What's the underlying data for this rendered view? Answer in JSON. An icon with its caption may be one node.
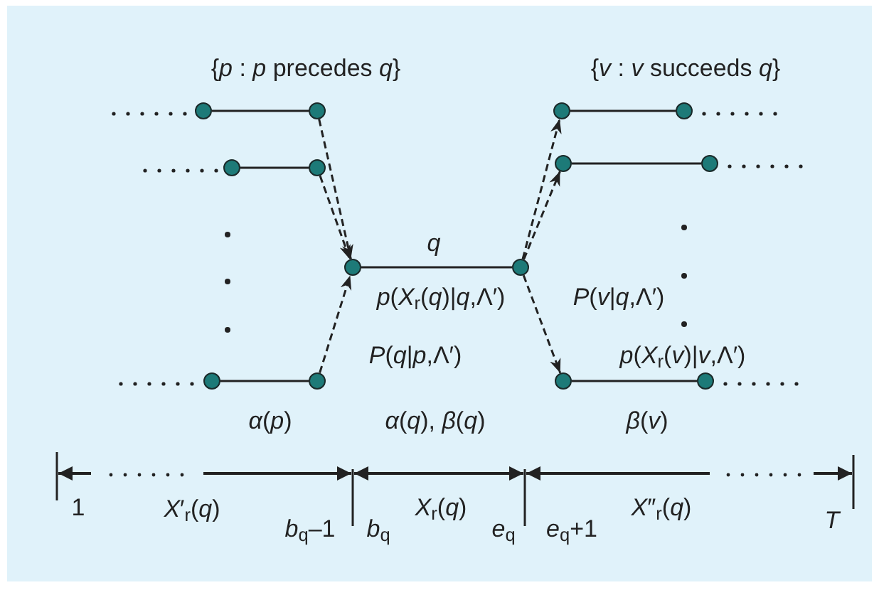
{
  "diagram": {
    "nodes": [
      {
        "text": [],
        "shape": "circle"
      },
      {
        "text": [],
        "shape": "circle"
      },
      {
        "text": [],
        "shape": "circle"
      },
      {
        "text": [],
        "shape": "circle"
      },
      {
        "text": [],
        "shape": "circle"
      },
      {
        "text": [],
        "shape": "circle"
      },
      {
        "text": [],
        "shape": "circle"
      },
      {
        "text": [],
        "shape": "circle"
      },
      {
        "text": [],
        "shape": "circle"
      },
      {
        "text": [],
        "shape": "circle"
      },
      {
        "text": [],
        "shape": "circle"
      },
      {
        "text": [],
        "shape": "circle"
      },
      {
        "text": [],
        "shape": "circle"
      },
      {
        "text": [],
        "shape": "circle"
      }
    ],
    "edges": [
      {
        "from": 0,
        "to": 1,
        "arrow": "none"
      },
      {
        "from": 2,
        "to": 3,
        "arrow": "none"
      },
      {
        "from": 4,
        "to": 5,
        "arrow": "none"
      },
      {
        "from": 6,
        "to": 7,
        "arrow": "none"
      },
      {
        "from": 8,
        "to": 9,
        "arrow": "none"
      },
      {
        "from": 10,
        "to": 11,
        "arrow": "none"
      },
      {
        "from": 12,
        "to": 13,
        "arrow": "none"
      },
      {
        "from": 1,
        "to": 6,
        "arrow": "to",
        "style": "dashed"
      },
      {
        "from": 3,
        "to": 6,
        "arrow": "to",
        "style": "dashed"
      },
      {
        "from": 5,
        "to": 6,
        "arrow": "to",
        "style": "dashed"
      },
      {
        "from": 7,
        "to": 8,
        "arrow": "to",
        "style": "dashed"
      },
      {
        "from": 7,
        "to": 10,
        "arrow": "to",
        "style": "dashed"
      },
      {
        "from": 7,
        "to": 12,
        "arrow": "to",
        "style": "dashed"
      }
    ],
    "labels": [
      "{*p* : *p* precedes *q*}",
      "{*v* : *v* succeeds *q*}",
      "*q*",
      "*p*(*X*$_{r}$(*q*)|*q*,Λ′)",
      "*P*(*q*|*p*,Λ′)",
      "*P*(*v*|*q*,Λ′)",
      "*p*(*X*$_{r}$(*v*)|*v*,Λ′)",
      "*α*(*p*)",
      "*α*(*q*), *β*(*q*)",
      "*β*(*v*)",
      "1",
      "*X*′$_{r}$(*q*)",
      "*b*$_{q}$–1",
      "*b*$_{q}$",
      "*X*$_{r}$(*q*)",
      "*e*$_{q}$",
      "*e*$_{q}$+1",
      "*X*″$_{r}$(*q*)",
      "*T*"
    ]
  }
}
